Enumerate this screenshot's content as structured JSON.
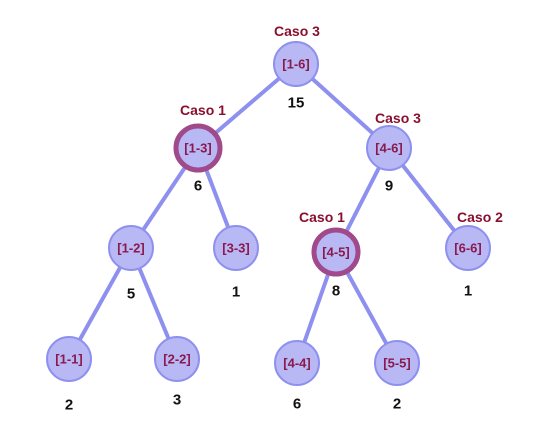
{
  "nodes": [
    {
      "id": "n16",
      "label": "[1-6]",
      "value": "15",
      "case": "Caso 3",
      "highlight": false
    },
    {
      "id": "n13",
      "label": "[1-3]",
      "value": "6",
      "case": "Caso 1",
      "highlight": true
    },
    {
      "id": "n46",
      "label": "[4-6]",
      "value": "9",
      "case": "Caso 3",
      "highlight": false
    },
    {
      "id": "n12",
      "label": "[1-2]",
      "value": "5",
      "case": "",
      "highlight": false
    },
    {
      "id": "n33",
      "label": "[3-3]",
      "value": "1",
      "case": "",
      "highlight": false
    },
    {
      "id": "n45",
      "label": "[4-5]",
      "value": "8",
      "case": "Caso 1",
      "highlight": true
    },
    {
      "id": "n66",
      "label": "[6-6]",
      "value": "1",
      "case": "Caso 2",
      "highlight": false
    },
    {
      "id": "n11",
      "label": "[1-1]",
      "value": "2",
      "case": "",
      "highlight": false
    },
    {
      "id": "n22",
      "label": "[2-2]",
      "value": "3",
      "case": "",
      "highlight": false
    },
    {
      "id": "n44",
      "label": "[4-4]",
      "value": "6",
      "case": "",
      "highlight": false
    },
    {
      "id": "n55",
      "label": "[5-5]",
      "value": "2",
      "case": "",
      "highlight": false
    }
  ],
  "edges": [
    [
      "n16",
      "n13"
    ],
    [
      "n16",
      "n46"
    ],
    [
      "n13",
      "n12"
    ],
    [
      "n13",
      "n33"
    ],
    [
      "n46",
      "n45"
    ],
    [
      "n46",
      "n66"
    ],
    [
      "n12",
      "n11"
    ],
    [
      "n12",
      "n22"
    ],
    [
      "n45",
      "n44"
    ],
    [
      "n45",
      "n55"
    ]
  ],
  "colors": {
    "node_fill": "#b8b8f4",
    "node_stroke": "#8e90f0",
    "highlight_ring": "#a04a8c",
    "edge": "#8e90f0",
    "node_text": "#8a1a4e",
    "case_text": "#8a1030",
    "value_text": "#111111"
  }
}
